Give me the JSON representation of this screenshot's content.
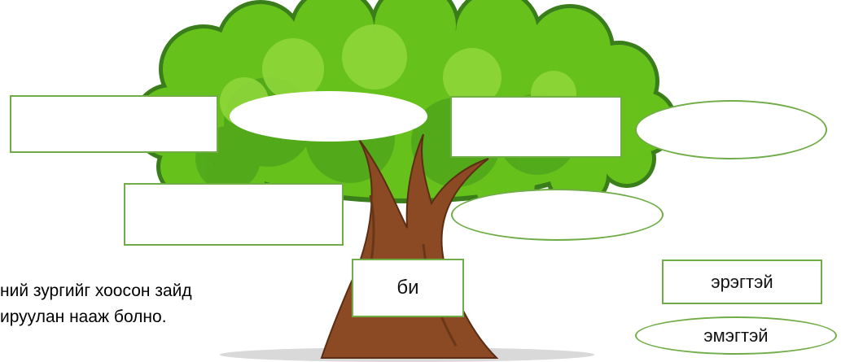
{
  "instruction": {
    "line1": "ний зургийг хоосон зайд",
    "line2": "ируулан нааж болно."
  },
  "tree_slots": {
    "top_left_rect": "",
    "top_center_oval": "",
    "top_right_rect": "",
    "right_oval": "",
    "middle_left_rect": "",
    "middle_right_oval": ""
  },
  "labels": {
    "self": "би",
    "male": "эрэгтэй",
    "female": "эмэгтэй"
  },
  "colors": {
    "foliage": "#66c21a",
    "foliage_dark": "#3c8a1e",
    "trunk": "#8b4a24",
    "outline": "#70ad47"
  }
}
